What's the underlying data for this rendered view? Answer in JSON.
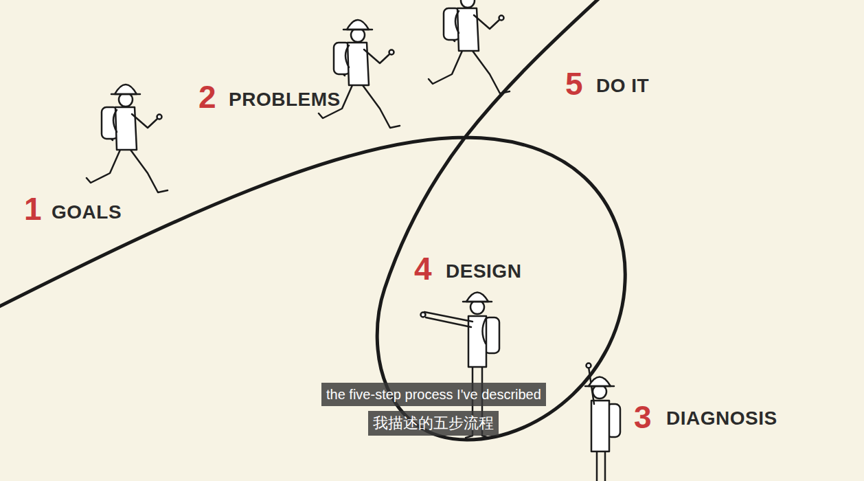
{
  "diagram": {
    "labels": [
      "1",
      "GOALS",
      "2",
      "PROBLEMS",
      "5",
      "DO IT",
      "4",
      "DESIGN",
      "3",
      "DIAGNOSIS",
      "the five-step process I've described",
      "我描述的五步流程"
    ]
  }
}
